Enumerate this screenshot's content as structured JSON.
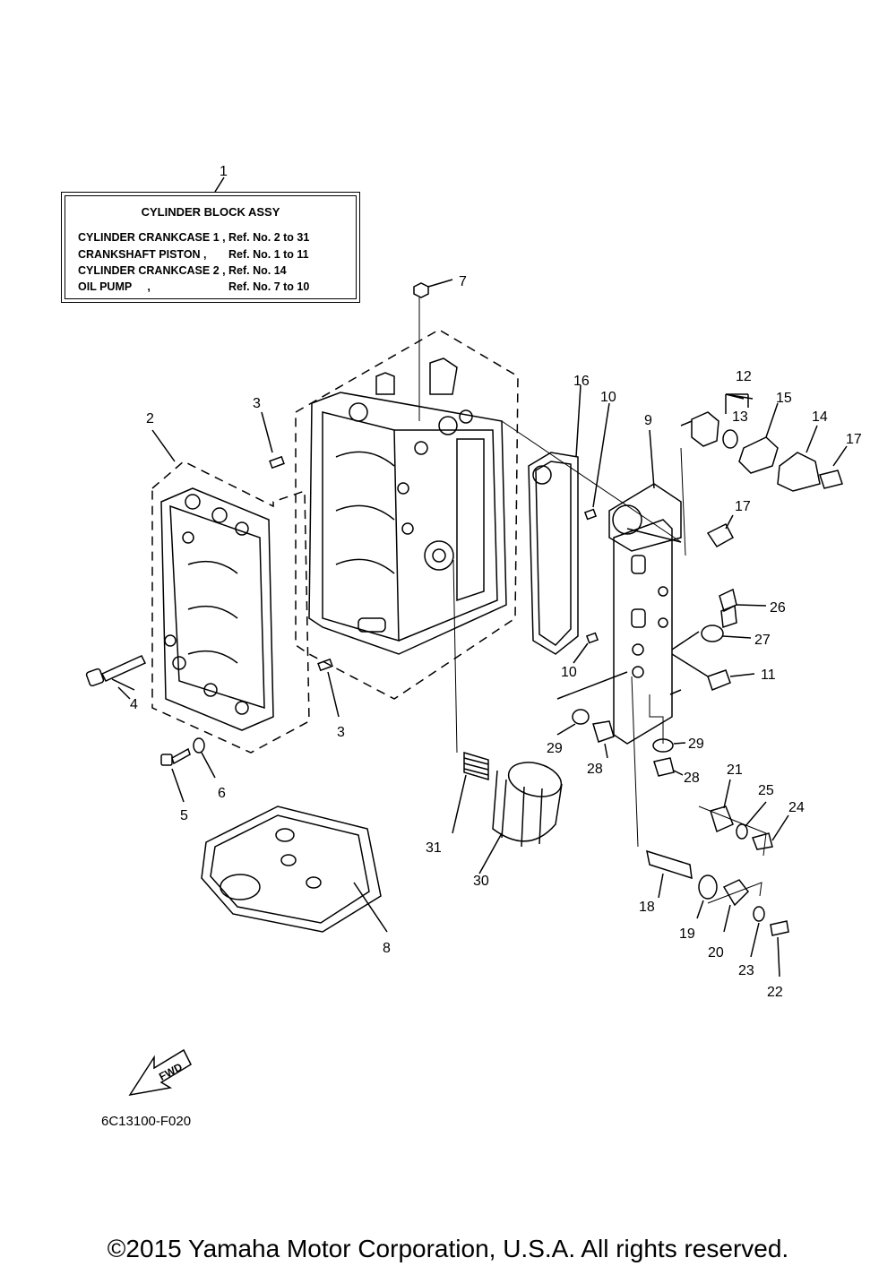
{
  "legend": {
    "title": "CYLINDER BLOCK ASSY",
    "rows": [
      {
        "name": "CYLINDER CRANKCASE 1 ,",
        "ref": "Ref. No. 2 to 31"
      },
      {
        "name": "CRANKSHAFT PISTON ,",
        "ref": "Ref. No. 1 to 11"
      },
      {
        "name": "CYLINDER CRANKCASE 2 ,",
        "ref": "Ref. No. 14"
      },
      {
        "name": "OIL PUMP     ,",
        "ref": "Ref. No. 7 to 10"
      }
    ]
  },
  "callouts": [
    "1",
    "2",
    "3",
    "3",
    "4",
    "5",
    "6",
    "7",
    "8",
    "9",
    "10",
    "10",
    "11",
    "12",
    "13",
    "14",
    "15",
    "16",
    "17",
    "17",
    "18",
    "19",
    "20",
    "21",
    "22",
    "23",
    "24",
    "25",
    "26",
    "27",
    "28",
    "28",
    "29",
    "29",
    "30",
    "31"
  ],
  "fwd_label": "FWD",
  "diagram_code": "6C13100-F020",
  "copyright": "©2015 Yamaha Motor Corporation, U.S.A. All rights reserved."
}
